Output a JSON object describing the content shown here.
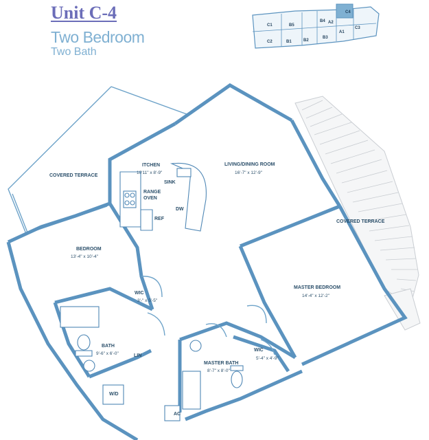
{
  "header": {
    "unit": "Unit C-4",
    "bedrooms": "Two Bedroom",
    "baths": "Two Bath"
  },
  "key_plan": {
    "units": [
      "C1",
      "C2",
      "B5",
      "B1",
      "B2",
      "B4",
      "B3",
      "A2",
      "A1",
      "C4",
      "C3"
    ],
    "highlighted": "C4"
  },
  "rooms": {
    "covered_terrace_left": "COVERED TERRACE",
    "kitchen": {
      "name": "ITCHEN",
      "dim": "10'11\" x 8'-9\""
    },
    "living_dining": {
      "name": "LIVING/DINING ROOM",
      "dim": "16'-7\" x 12'-9\""
    },
    "bedroom": {
      "name": "BEDROOM",
      "dim": "13'-4\" x 10'-4\""
    },
    "covered_terrace_right": "COVERED TERRACE",
    "master_bedroom": {
      "name": "MASTER BEDROOM",
      "dim": "14'-4\" x 12'-2\""
    },
    "wic_small": {
      "name": "WIC",
      "dim": "3'-\" x 5'-5\""
    },
    "bath": {
      "name": "BATH",
      "dim": "9'-6\" x 6'-0\""
    },
    "master_bath": {
      "name": "MASTER BATH",
      "dim": "8'-7\" x 8'-0\""
    },
    "wic_master": {
      "name": "WIC",
      "dim": "5'-4\" x 4'-9\""
    }
  },
  "fixtures": {
    "sink": "SINK",
    "range": "RANGE",
    "oven": "OVEN",
    "dw": "DW",
    "ref": "REF",
    "lin": "LIN",
    "wd": "W/D",
    "ac": "AC"
  },
  "colors": {
    "title": "#6b6db8",
    "subtitle": "#7fb0d2",
    "walls": "#5b93bf",
    "text": "#2b4f6a",
    "highlight": "#7fb0d2"
  }
}
